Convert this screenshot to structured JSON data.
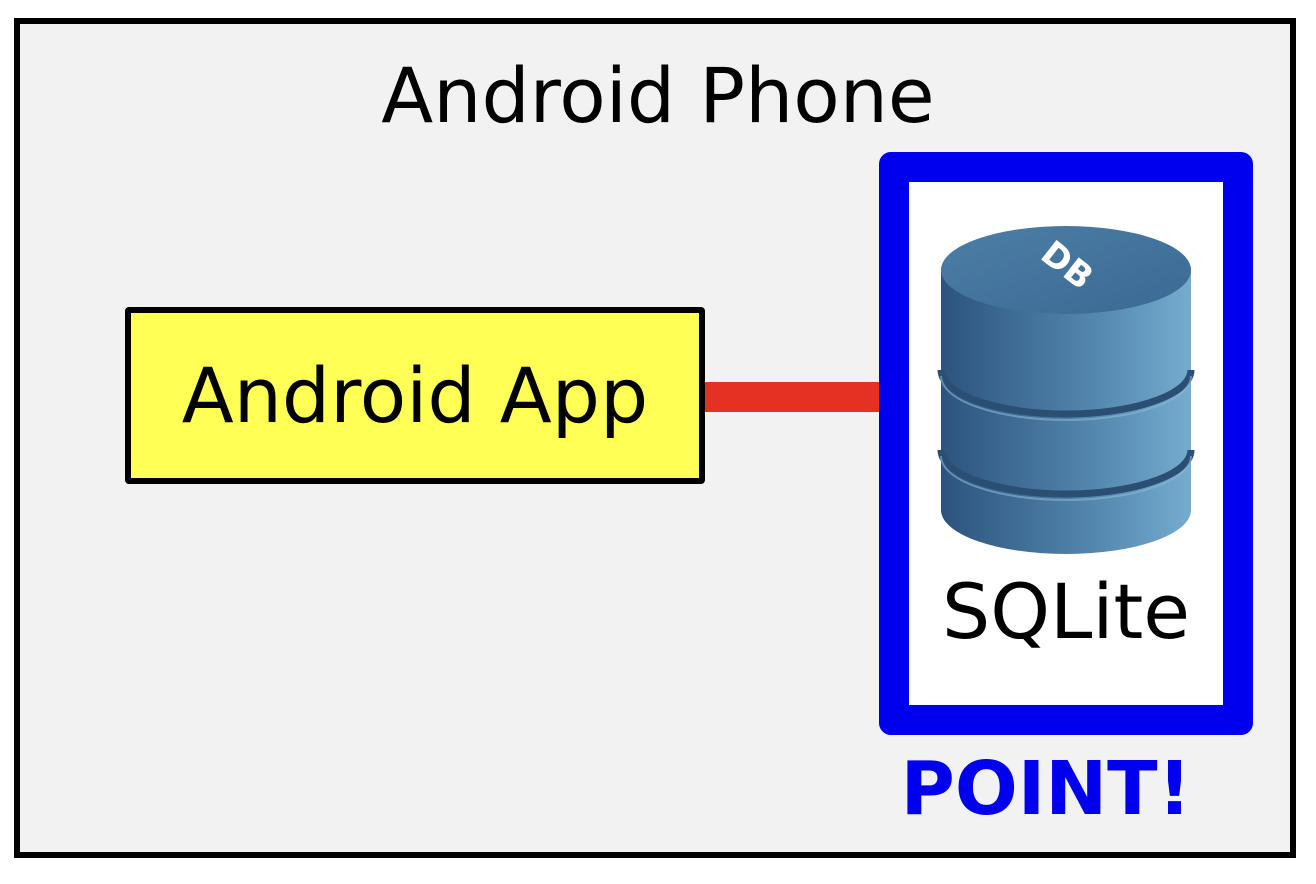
{
  "phone": {
    "title": "Android Phone"
  },
  "app": {
    "label": "Android App"
  },
  "database": {
    "label": "SQLite",
    "icon": "database-icon",
    "icon_text": "DB"
  },
  "callout": {
    "label": "POINT!"
  },
  "colors": {
    "frame_fill": "#f2f2f2",
    "app_fill": "#ffff55",
    "connector": "#e53124",
    "highlight": "#0000ee",
    "db_blue_dark": "#2f5a86",
    "db_blue_light": "#6aa4c8"
  }
}
